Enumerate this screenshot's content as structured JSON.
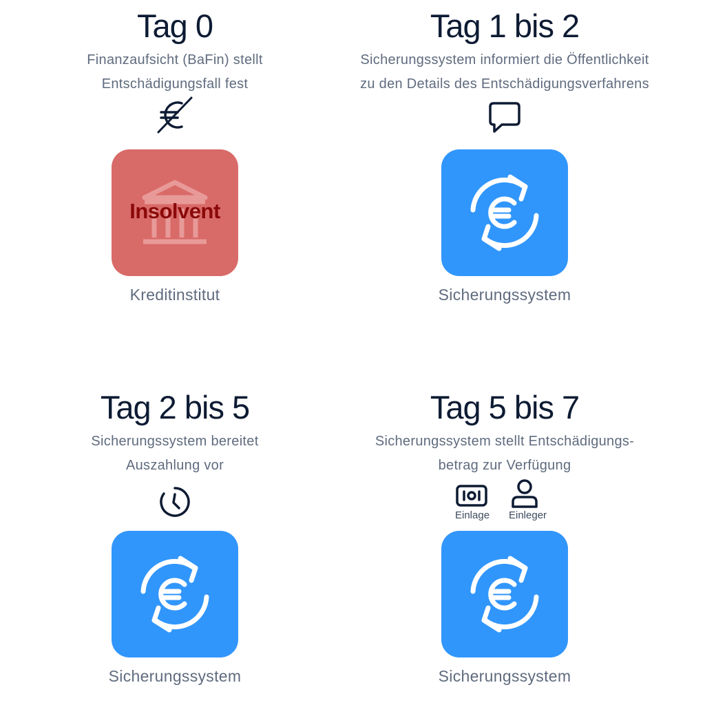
{
  "steps": [
    {
      "title": "Tag 0",
      "description": [
        "Finanzaufsicht (BaFin) stellt",
        "Entschädigungsfall fest"
      ],
      "icon": "crossed-euro-icon",
      "tile_text": "Insolvent",
      "tile_icon": "bank-building-icon",
      "tile_color": "#d86a68",
      "caption": "Kreditinstitut"
    },
    {
      "title": "Tag 1 bis 2",
      "description": [
        "Sicherungssystem informiert die Öffentlichkeit",
        "zu den Details des Entschädigungsverfahrens"
      ],
      "icon": "speech-bubble-icon",
      "tile_icon": "euro-exchange-icon",
      "tile_color": "#3196fb",
      "caption": "Sicherungssystem"
    },
    {
      "title": "Tag 2 bis 5",
      "description": [
        "Sicherungssystem bereitet",
        "Auszahlung vor"
      ],
      "icon": "clock-icon",
      "tile_icon": "euro-exchange-icon",
      "tile_color": "#3196fb",
      "caption": "Sicherungssystem"
    },
    {
      "title": "Tag 5 bis 7",
      "description": [
        "Sicherungssystem stellt Entschädigungs-",
        "betrag zur Verfügung"
      ],
      "icons": [
        {
          "icon": "banknote-icon",
          "label": "Einlage"
        },
        {
          "icon": "person-icon",
          "label": "Einleger"
        }
      ],
      "tile_icon": "euro-exchange-icon",
      "tile_color": "#3196fb",
      "caption": "Sicherungssystem"
    }
  ]
}
